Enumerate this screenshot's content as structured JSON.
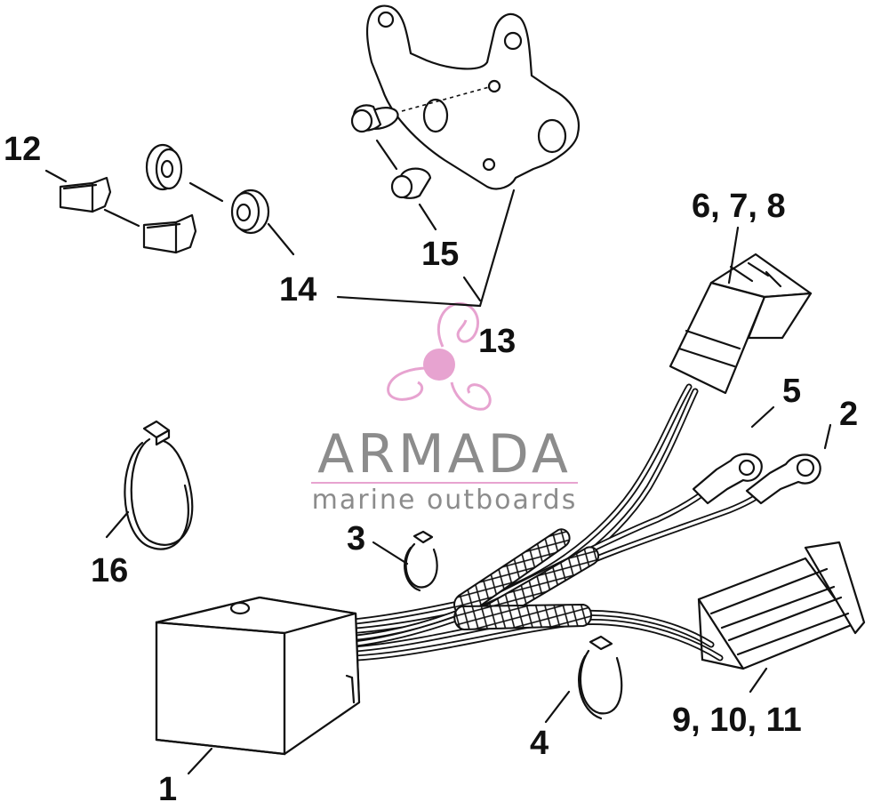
{
  "callouts": {
    "c1": "1",
    "c2": "2",
    "c3": "3",
    "c4": "4",
    "c5": "5",
    "c6": "6, 7, 8",
    "c9": "9, 10, 11",
    "c12": "12",
    "c13": "13",
    "c14": "14",
    "c15": "15",
    "c16": "16"
  },
  "watermark": {
    "brand": "ARMADA",
    "tagline": "marine outboards"
  },
  "colors": {
    "line": "#111111",
    "watermark_pink": "#e7a3d0",
    "watermark_gray": "#8c8c8c"
  }
}
